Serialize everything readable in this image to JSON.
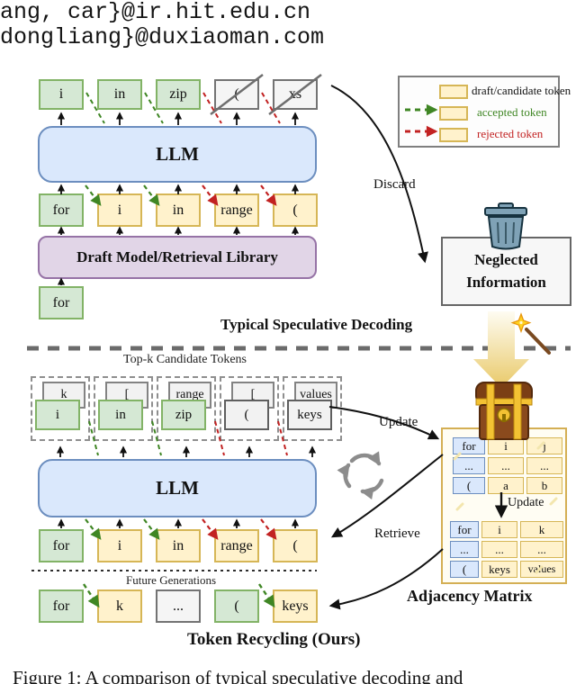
{
  "header": {
    "line1": "ang, car}@ir.hit.edu.cn",
    "line2": "dongliang}@duxiaoman.com"
  },
  "legend": {
    "draft_label": "draft/candidate token",
    "accepted_label": "accepted token",
    "rejected_label": "rejected token"
  },
  "colors": {
    "green_fill": "#d5e8d4",
    "green_border": "#82b366",
    "yellow_fill": "#fff2cc",
    "yellow_border": "#d6b656",
    "blue_fill": "#dae8fc",
    "blue_border": "#6c8ebf",
    "purple_fill": "#e1d5e7",
    "purple_border": "#9673a6",
    "gray_fill": "#f5f5f5",
    "gray_border": "#666666",
    "accepted_green": "#3f8624",
    "rejected_red": "#c22222"
  },
  "top_diagram": {
    "output_tokens": [
      {
        "label": "i"
      },
      {
        "label": "in"
      },
      {
        "label": "zip"
      },
      {
        "label": "("
      },
      {
        "label": "xs"
      }
    ],
    "llm_label": "LLM",
    "input_tokens": [
      {
        "label": "for"
      },
      {
        "label": "i"
      },
      {
        "label": "in"
      },
      {
        "label": "range"
      },
      {
        "label": "("
      }
    ],
    "draft_model_label": "Draft Model/Retrieval Library",
    "seed_token": "for",
    "caption": "Typical Speculative Decoding",
    "discard_label": "Discard",
    "neglected_title_line1": "Neglected",
    "neglected_title_line2": "Information"
  },
  "bottom_diagram": {
    "topk_label": "Top-k Candidate Tokens",
    "candidate_groups": [
      {
        "back": "k",
        "front": "i"
      },
      {
        "back": "[",
        "front": "in"
      },
      {
        "back": "range",
        "front": "zip"
      },
      {
        "back": "[",
        "front": "("
      },
      {
        "back": "values",
        "front": "keys"
      }
    ],
    "llm_label": "LLM",
    "input_tokens": [
      {
        "label": "for"
      },
      {
        "label": "i"
      },
      {
        "label": "in"
      },
      {
        "label": "range"
      },
      {
        "label": "("
      }
    ],
    "update_label": "Update",
    "retrieve_label": "Retrieve",
    "future_label": "Future Generations",
    "future_tokens": [
      {
        "label": "for"
      },
      {
        "label": "k"
      },
      {
        "label": "..."
      },
      {
        "label": "("
      },
      {
        "label": "keys"
      }
    ],
    "caption": "Token Recycling (Ours)"
  },
  "adjacency_matrix": {
    "caption": "Adjacency Matrix",
    "update_label": "Update",
    "table1": [
      [
        "for",
        "i",
        "j"
      ],
      [
        "...",
        "...",
        "..."
      ],
      [
        "(",
        "a",
        "b"
      ]
    ],
    "table2": [
      [
        "for",
        "i",
        "k"
      ],
      [
        "...",
        "...",
        "..."
      ],
      [
        "(",
        "keys",
        "values"
      ]
    ]
  },
  "figure_caption": "Figure 1: A comparison of typical speculative decoding and"
}
